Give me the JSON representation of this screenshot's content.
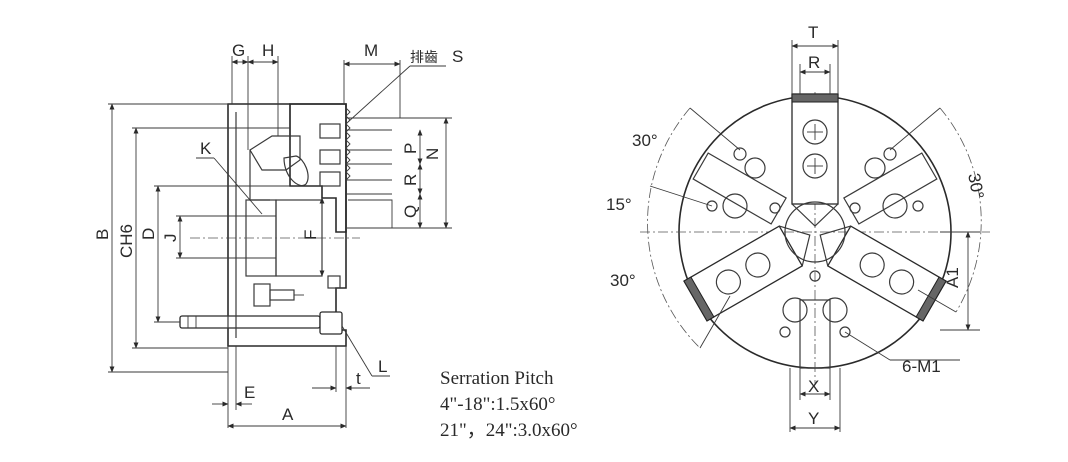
{
  "side_view": {
    "labels": {
      "G": "G",
      "H": "H",
      "M": "M",
      "S": "S",
      "S_cjk": "排齒",
      "K": "K",
      "P": "P",
      "N": "N",
      "R": "R",
      "Q": "Q",
      "B": "B",
      "CH6": "CH6",
      "D": "D",
      "J": "J",
      "F": "F",
      "E": "E",
      "t": "t",
      "L": "L",
      "A": "A"
    }
  },
  "front_view": {
    "labels": {
      "T": "T",
      "R": "R",
      "X": "X",
      "Y": "Y",
      "A1": "A1",
      "M1": "6-M1"
    },
    "angles": {
      "top_left": "30°",
      "left": "15°",
      "bottom_left": "30°",
      "right": "30°"
    }
  },
  "notes": {
    "title": "Serration Pitch",
    "line1": "4\"-18\":1.5x60°",
    "line2": "21\"，24\":3.0x60°"
  }
}
